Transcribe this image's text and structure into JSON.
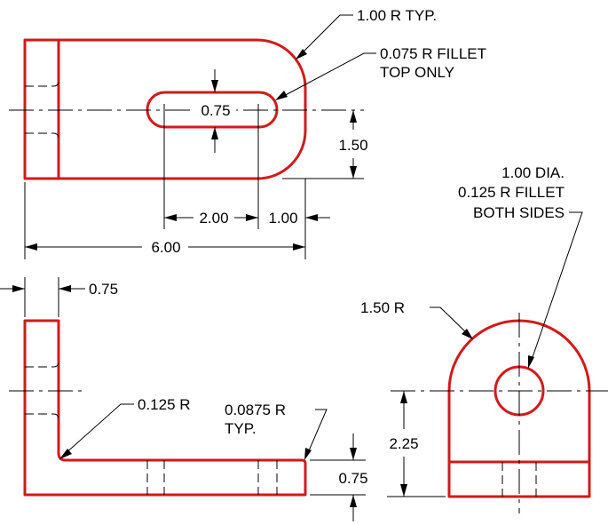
{
  "labels": {
    "top_radius": "1.00 R TYP.",
    "fillet_line1": "0.075 R FILLET",
    "fillet_line2": "TOP ONLY",
    "slot_width": "0.75",
    "slot_offset": "1.50",
    "slot_length": "2.00",
    "slot_end": "1.00",
    "overall_length": "6.00",
    "wall_thickness": "0.75",
    "inner_bend_radius": "0.125 R",
    "outer_radius_line1": "0.0875 R",
    "outer_radius_line2": "TYP.",
    "base_thickness": "0.75",
    "hole_line1": "1.00 DIA.",
    "hole_line2": "0.125 R FILLET",
    "hole_line3": "BOTH SIDES",
    "side_radius": "1.50 R",
    "side_height": "2.25"
  },
  "colors": {
    "part_outline": "#d11a1a",
    "annotation": "#000000",
    "background": "#ffffff"
  }
}
